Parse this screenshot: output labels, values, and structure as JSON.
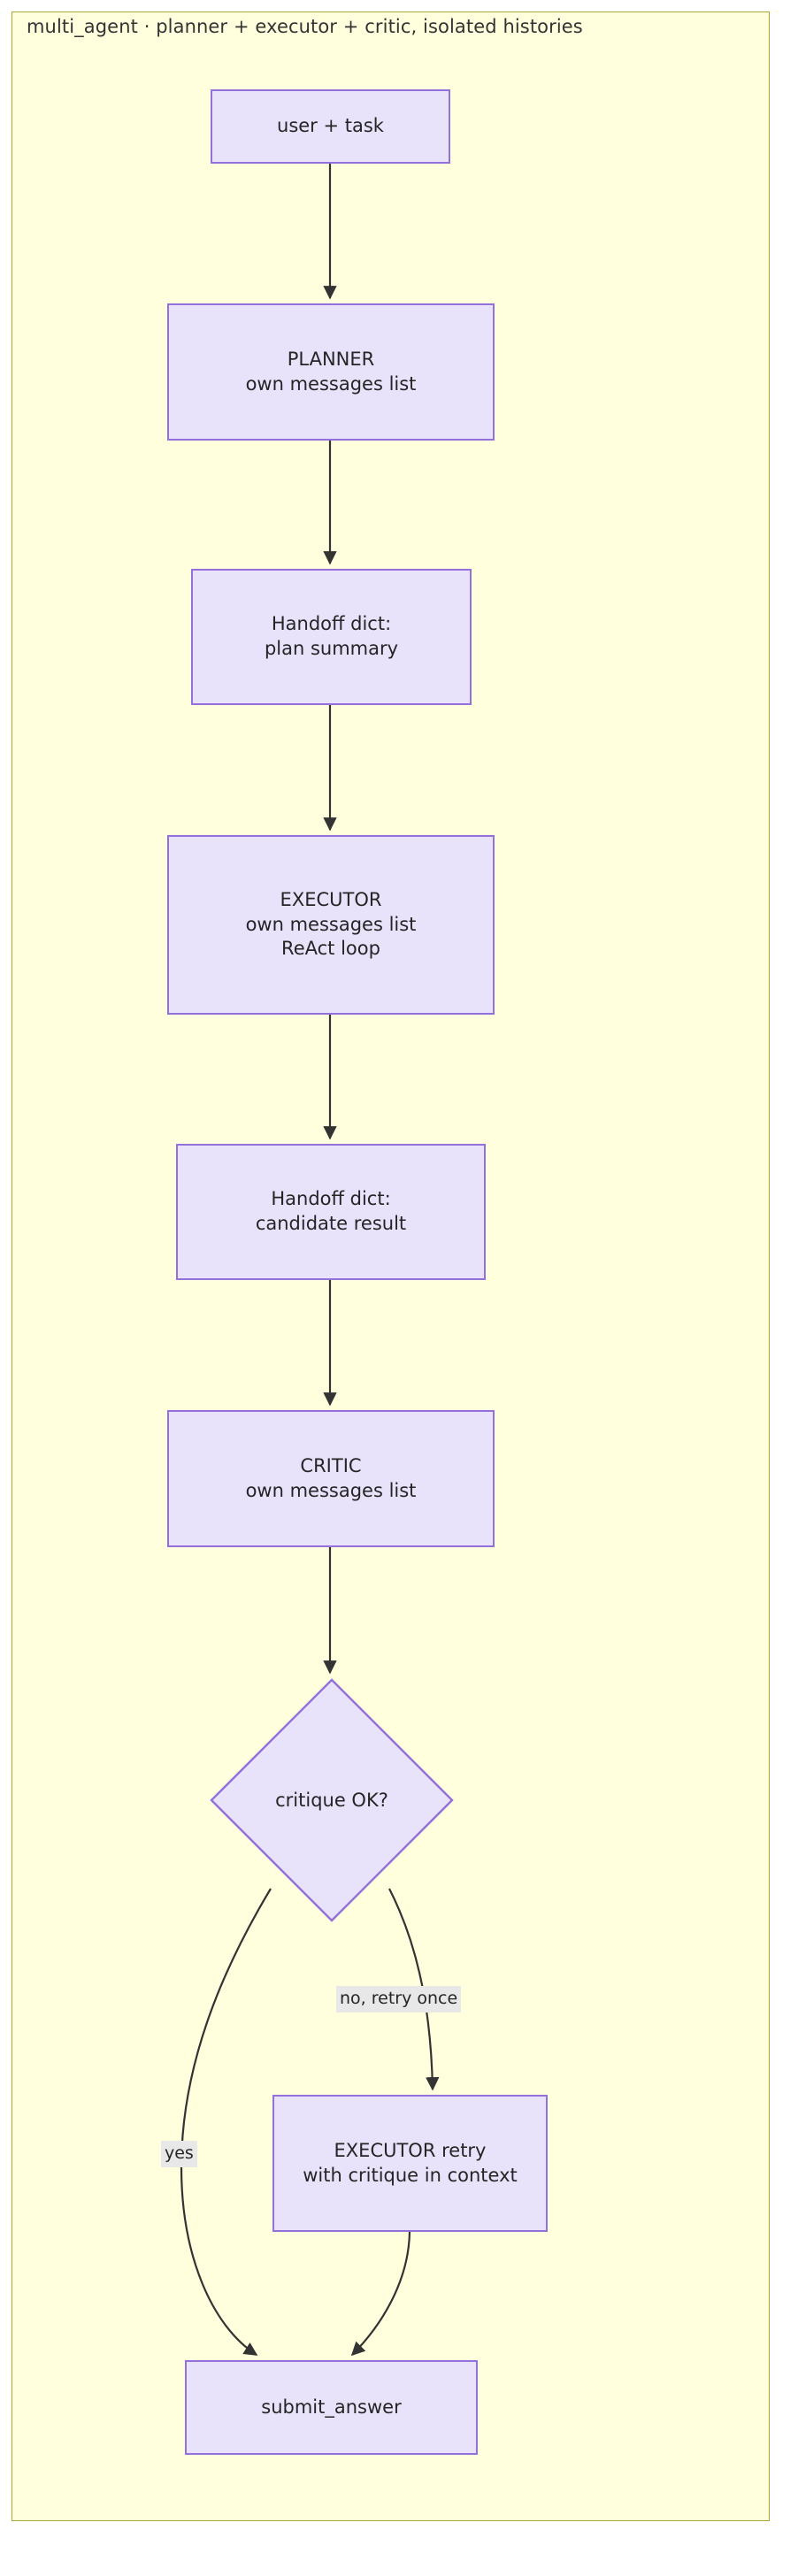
{
  "diagram": {
    "type": "flowchart",
    "direction": "top-down",
    "title": "multi_agent · planner + executor + critic, isolated histories",
    "colors": {
      "frame_background": "#ffffdd",
      "frame_border": "#aaaa33",
      "node_fill": "#e8e3fb",
      "node_border": "#9370db",
      "edge_stroke": "#333333",
      "edge_label_background": "#e8e8e8",
      "text": "#252525",
      "page_background": "#ffffff"
    },
    "nodes": [
      {
        "id": "user_task",
        "shape": "rect",
        "lines": [
          "user + task"
        ]
      },
      {
        "id": "planner",
        "shape": "rect",
        "lines": [
          "PLANNER",
          "own messages list"
        ]
      },
      {
        "id": "handoff_plan",
        "shape": "rect",
        "lines": [
          "Handoff dict:",
          "plan summary"
        ]
      },
      {
        "id": "executor",
        "shape": "rect",
        "lines": [
          "EXECUTOR",
          "own messages list",
          "ReAct loop"
        ]
      },
      {
        "id": "handoff_result",
        "shape": "rect",
        "lines": [
          "Handoff dict:",
          "candidate result"
        ]
      },
      {
        "id": "critic",
        "shape": "rect",
        "lines": [
          "CRITIC",
          "own messages list"
        ]
      },
      {
        "id": "critique_ok",
        "shape": "diamond",
        "lines": [
          "critique OK?"
        ]
      },
      {
        "id": "executor_retry",
        "shape": "rect",
        "lines": [
          "EXECUTOR retry",
          "with critique in context"
        ]
      },
      {
        "id": "submit_answer",
        "shape": "rect",
        "lines": [
          "submit_answer"
        ]
      }
    ],
    "edges": [
      {
        "from": "user_task",
        "to": "planner",
        "label": ""
      },
      {
        "from": "planner",
        "to": "handoff_plan",
        "label": ""
      },
      {
        "from": "handoff_plan",
        "to": "executor",
        "label": ""
      },
      {
        "from": "executor",
        "to": "handoff_result",
        "label": ""
      },
      {
        "from": "handoff_result",
        "to": "critic",
        "label": ""
      },
      {
        "from": "critic",
        "to": "critique_ok",
        "label": ""
      },
      {
        "from": "critique_ok",
        "to": "submit_answer",
        "label": "yes"
      },
      {
        "from": "critique_ok",
        "to": "executor_retry",
        "label": "no, retry once"
      },
      {
        "from": "executor_retry",
        "to": "submit_answer",
        "label": ""
      }
    ],
    "edge_labels": {
      "yes": "yes",
      "no_retry_once": "no, retry once"
    }
  }
}
